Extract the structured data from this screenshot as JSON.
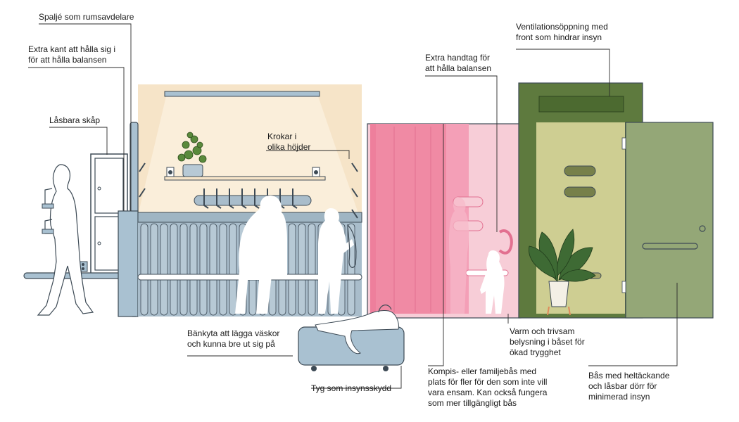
{
  "annotations": [
    {
      "id": "spalje",
      "text": "Spaljé som rumsavdelare"
    },
    {
      "id": "extra-kant",
      "text": "Extra kant att hålla sig i\nför att hålla balansen"
    },
    {
      "id": "lasbara-skap",
      "text": "Låsbara skåp"
    },
    {
      "id": "krokar",
      "text": "Krokar i\nolika höjder"
    },
    {
      "id": "extra-handtag",
      "text": "Extra handtag för\natt hålla balansen"
    },
    {
      "id": "ventilation",
      "text": "Ventilationsöppning med\nfront som hindrar insyn"
    },
    {
      "id": "bankyta",
      "text": "Bänkyta att lägga väskor\noch kunna bre ut sig på"
    },
    {
      "id": "tyg",
      "text": "Tyg som insynsskydd"
    },
    {
      "id": "kompis",
      "text": "Kompis- eller familjebås med\nplats för fler för den som inte vill\nvara ensam. Kan också fungera\nsom mer tillgängligt bås"
    },
    {
      "id": "varm",
      "text": "Varm och trivsam\nbelysning i båset för\nökad trygghet"
    },
    {
      "id": "bas-dorr",
      "text": "Bås med heltäckande\noch låsbar dörr för\nminimerad insyn"
    }
  ],
  "colors": {
    "wood": "#f6e4c8",
    "slat_blue": "#9fb5c3",
    "steel_blue": "#a9c1d1",
    "outline": "#3d4a55",
    "pink_curtain": "#f08aa4",
    "pink_light": "#f4b3c4",
    "pink_pale": "#f7cdd7",
    "olive_dark": "#5e7a3e",
    "olive_light": "#c9c98a",
    "sage": "#94a777",
    "silhouette": "#ffffff"
  }
}
